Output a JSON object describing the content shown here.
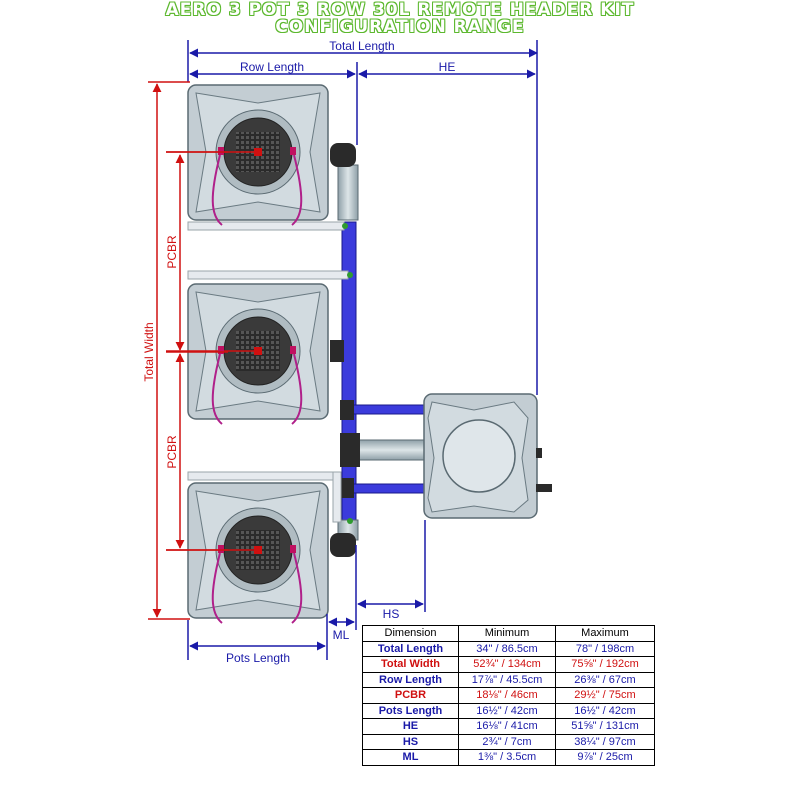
{
  "title": {
    "line1": "AERO 3 POT 3 ROW 30L REMOTE HEADER KIT",
    "line2": "CONFIGURATION RANGE"
  },
  "colors": {
    "title_outline": "#5cb82e",
    "dimension_blue": "#1a1aa8",
    "dimension_red": "#d01010",
    "pipe_blue": "#3b3bdc",
    "pot_grey": "#c3cdd3",
    "tube_magenta": "#b0208a"
  },
  "dimension_labels": {
    "total_length": "Total Length",
    "row_length": "Row Length",
    "he": "HE",
    "total_width": "Total Width",
    "pcbr_upper": "PCBR",
    "pcbr_lower": "PCBR",
    "hs": "HS",
    "ml": "ML",
    "pots_length": "Pots Length"
  },
  "table": {
    "headers": [
      "Dimension",
      "Minimum",
      "Maximum"
    ],
    "rows": [
      {
        "dimension": "Total Length",
        "minimum": "34\" / 86.5cm",
        "maximum": "78\" / 198cm",
        "color": "blue"
      },
      {
        "dimension": "Total Width",
        "minimum": "52¾\" / 134cm",
        "maximum": "75⅝\" / 192cm",
        "color": "red"
      },
      {
        "dimension": "Row Length",
        "minimum": "17⅞\" / 45.5cm",
        "maximum": "26⅜\" / 67cm",
        "color": "blue"
      },
      {
        "dimension": "PCBR",
        "minimum": "18⅛\" / 46cm",
        "maximum": "29½\" / 75cm",
        "color": "red"
      },
      {
        "dimension": "Pots Length",
        "minimum": "16½\" / 42cm",
        "maximum": "16½\" / 42cm",
        "color": "blue"
      },
      {
        "dimension": "HE",
        "minimum": "16⅛\" / 41cm",
        "maximum": "51⅝\" / 131cm",
        "color": "blue"
      },
      {
        "dimension": "HS",
        "minimum": "2¾\" / 7cm",
        "maximum": "38¼\" / 97cm",
        "color": "blue"
      },
      {
        "dimension": "ML",
        "minimum": "1⅜\" / 3.5cm",
        "maximum": "9⅞\" / 25cm",
        "color": "blue"
      }
    ]
  }
}
